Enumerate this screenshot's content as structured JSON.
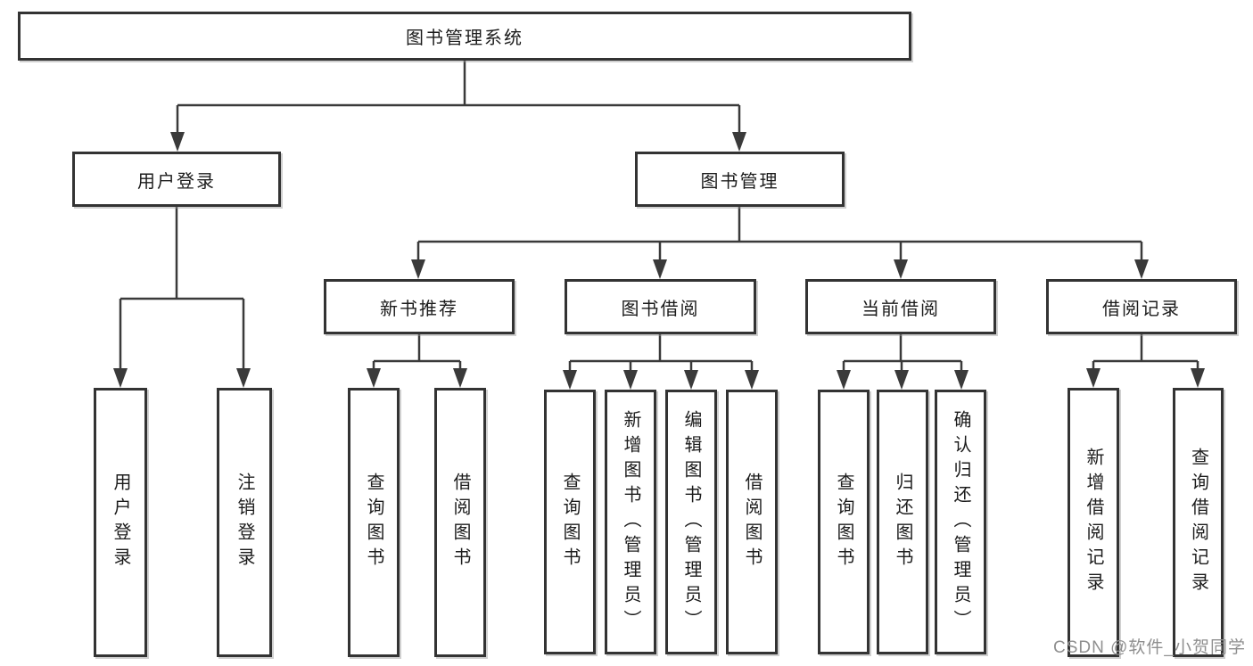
{
  "tree": {
    "root": {
      "label": "图书管理系统"
    },
    "branches": [
      {
        "label": "用户登录",
        "children": [
          {
            "label": "用户登录"
          },
          {
            "label": "注销登录"
          }
        ]
      },
      {
        "label": "图书管理",
        "children": [
          {
            "label": "新书推荐",
            "children": [
              {
                "label": "查询图书"
              },
              {
                "label": "借阅图书"
              }
            ]
          },
          {
            "label": "图书借阅",
            "children": [
              {
                "label": "查询图书"
              },
              {
                "label": "新增图书（管理员）"
              },
              {
                "label": "编辑图书（管理员）"
              },
              {
                "label": "借阅图书"
              }
            ]
          },
          {
            "label": "当前借阅",
            "children": [
              {
                "label": "查询图书"
              },
              {
                "label": "归还图书"
              },
              {
                "label": "确认归还（管理员）"
              }
            ]
          },
          {
            "label": "借阅记录",
            "children": [
              {
                "label": "新增借阅记录"
              },
              {
                "label": "查询借阅记录"
              }
            ]
          }
        ]
      }
    ]
  },
  "watermark": "CSDN @软件_小贺同学",
  "colors": {
    "line": "#3a3a3a",
    "box_border": "#333333",
    "text": "#1c1c1c",
    "watermark": "#8f8f8f",
    "background": "#ffffff"
  }
}
